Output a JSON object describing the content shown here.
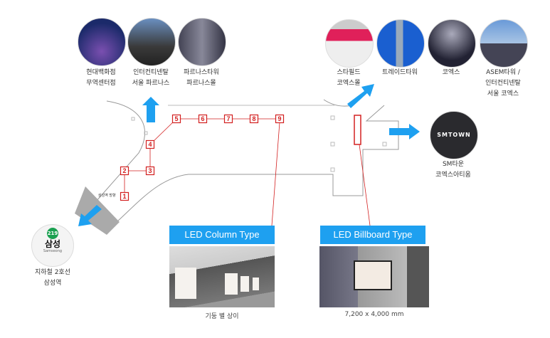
{
  "landmarks_top_left": [
    {
      "line1": "현대백화점",
      "line2": "무역센터점"
    },
    {
      "line1": "인터컨티넨탈",
      "line2": "서울 파르나스"
    },
    {
      "line1": "파르나스타워",
      "line2": "파르나스몰"
    }
  ],
  "landmarks_top_right": [
    {
      "line1": "스타필드",
      "line2": "코엑스몰"
    },
    {
      "line1": "트레이드타워",
      "line2": ""
    },
    {
      "line1": "코엑스",
      "line2": ""
    },
    {
      "line1": "ASEM타워 /",
      "line2": "인터컨티넨탈",
      "line3": "서울 코엑스"
    }
  ],
  "smtown": {
    "line1": "SM타운",
    "line2": "코엑스아티움",
    "sign": "SMTOWN"
  },
  "station": {
    "number": "219",
    "name": "삼성",
    "roman": "Samseong",
    "line1": "지하철 2호선",
    "line2": "삼성역"
  },
  "map": {
    "exit_label": "삼성역 방향",
    "columns": [
      "1",
      "2",
      "3",
      "4",
      "5",
      "6",
      "7",
      "8",
      "9"
    ]
  },
  "panels": [
    {
      "title": "LED Column Type",
      "caption": "기둥 별 상이"
    },
    {
      "title": "LED Billboard Type",
      "caption": "7,200 x 4,000 mm"
    }
  ],
  "colors": {
    "accent": "#1ea0f0",
    "marker": "#d32020"
  }
}
